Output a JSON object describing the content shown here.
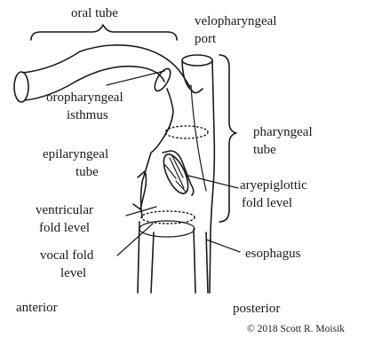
{
  "labels": {
    "oral_tube": "oral tube",
    "velopharyngeal_1": "velopharyngeal",
    "velopharyngeal_2": "port",
    "oropharyngeal_1": "oropharyngeal",
    "oropharyngeal_2": "isthmus",
    "pharyngeal_1": "pharyngeal",
    "pharyngeal_2": "tube",
    "epilaryngeal_1": "epilaryngeal",
    "epilaryngeal_2": "tube",
    "aryepiglottic_1": "aryepiglottic",
    "aryepiglottic_2": "fold level",
    "ventricular_1": "ventricular",
    "ventricular_2": "fold level",
    "vocal_1": "vocal fold",
    "vocal_2": "level",
    "esophagus": "esophagus",
    "anterior": "anterior",
    "posterior": "posterior",
    "credit": "© 2018 Scott R. Moisik"
  }
}
